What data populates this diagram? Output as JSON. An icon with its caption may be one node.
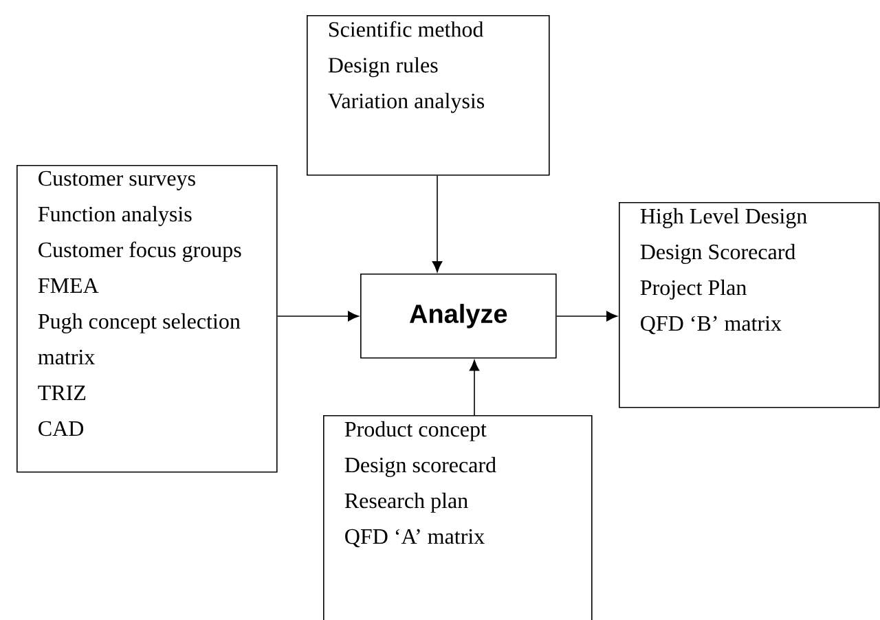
{
  "diagram": {
    "nodes": [
      {
        "text": [
          "Scientific method",
          "Design rules",
          "Variation analysis"
        ]
      },
      {
        "text": [
          "Customer surveys",
          "Function analysis",
          "Customer focus groups",
          "FMEA",
          "Pugh concept selection matrix",
          "TRIZ",
          "CAD"
        ]
      },
      {
        "text": [
          "Analyze"
        ]
      },
      {
        "text": [
          "High Level Design",
          "Design Scorecard",
          "Project Plan",
          "QFD ‘B’ matrix"
        ]
      },
      {
        "text": [
          "Product concept",
          "Design scorecard",
          "Research plan",
          "QFD ‘A’ matrix"
        ]
      }
    ],
    "edges": [
      {
        "from": 0,
        "to": 2,
        "arrow": "to"
      },
      {
        "from": 1,
        "to": 2,
        "arrow": "to"
      },
      {
        "from": 2,
        "to": 3,
        "arrow": "to"
      },
      {
        "from": 4,
        "to": 2,
        "arrow": "to"
      }
    ]
  }
}
